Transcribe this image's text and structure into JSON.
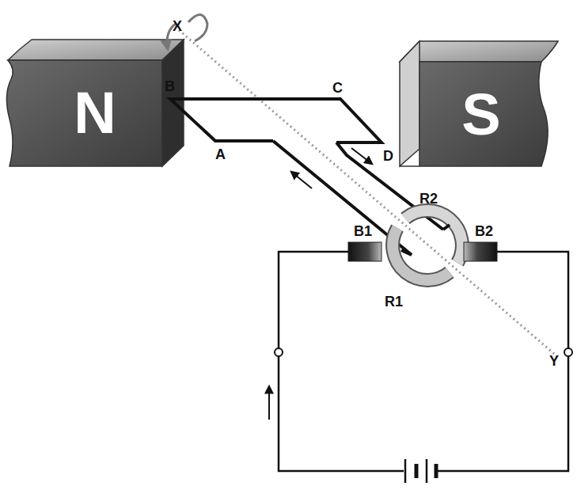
{
  "diagram": {
    "nodes": [
      {
        "text": [
          "N"
        ]
      },
      {
        "text": [
          "S"
        ]
      }
    ],
    "labels": [
      "X",
      "B",
      "C",
      "A",
      "D",
      "R2",
      "B1",
      "B2",
      "R1",
      "Y"
    ]
  }
}
